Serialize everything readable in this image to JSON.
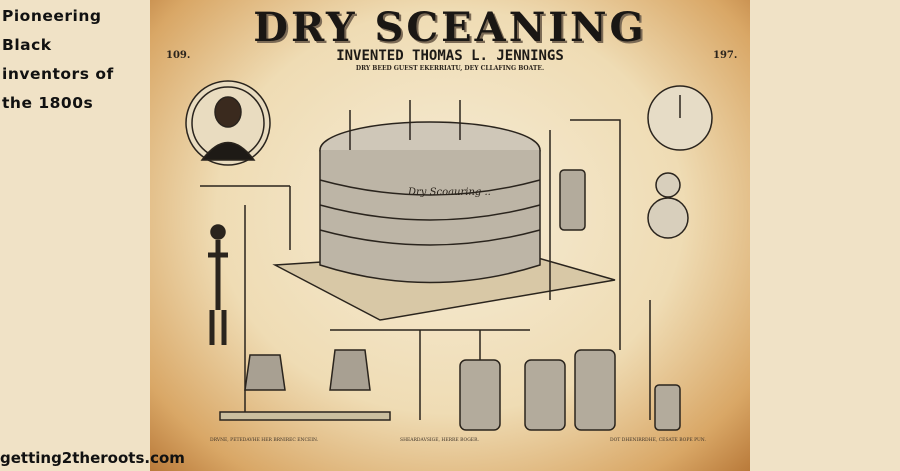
{
  "side_title": [
    "Pioneering",
    "Black",
    "inventors of",
    "the 1800s"
  ],
  "site": "getting2theroots.com",
  "poster": {
    "title": "DRY SCEANING",
    "subtitle": "INVENTED THOMAS L. JENNINGS",
    "number_left": "109.",
    "number_right": "197.",
    "tagline": "DRY BEED GUEST EKERRIATU, DEY CLLAFING BOATE.",
    "tank_label": "Dry Scoauring ..",
    "footer_left": "DRVNE, PETEDAVHE HER BRNIREC ENCEIN.",
    "footer_mid": "SHEARDAVSIGE, HERRE BOGER.",
    "footer_right": "DOT DHENIRRDHE, CESATE BOPE PUN."
  },
  "colors": {
    "background": "#f0e2c6",
    "parchment": "#efdcb4",
    "ink": "#1a1714"
  }
}
